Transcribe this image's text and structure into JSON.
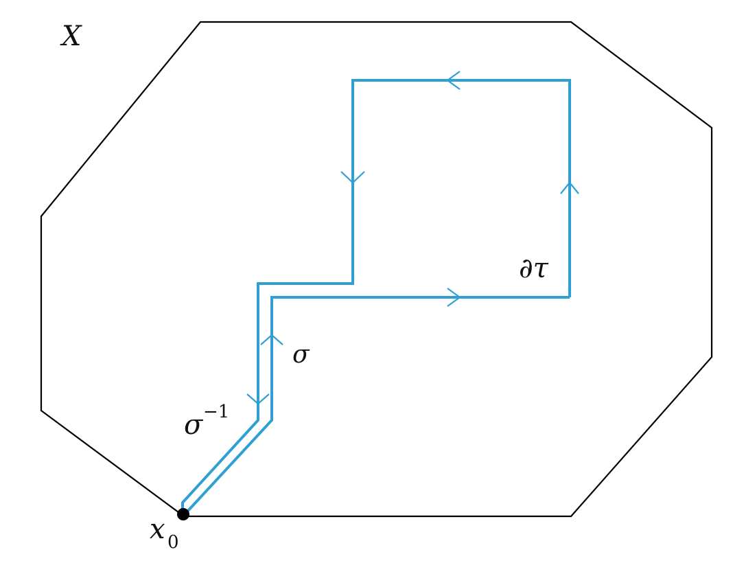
{
  "labels": {
    "space": "X",
    "base_point": "x",
    "base_point_sub": "0",
    "path": "σ",
    "inverse_path": "σ",
    "inverse_exp": "−1",
    "boundary": "∂τ"
  },
  "colors": {
    "path": "#2f9fd4",
    "outline": "#000000",
    "point": "#000000",
    "text": "#111111"
  }
}
